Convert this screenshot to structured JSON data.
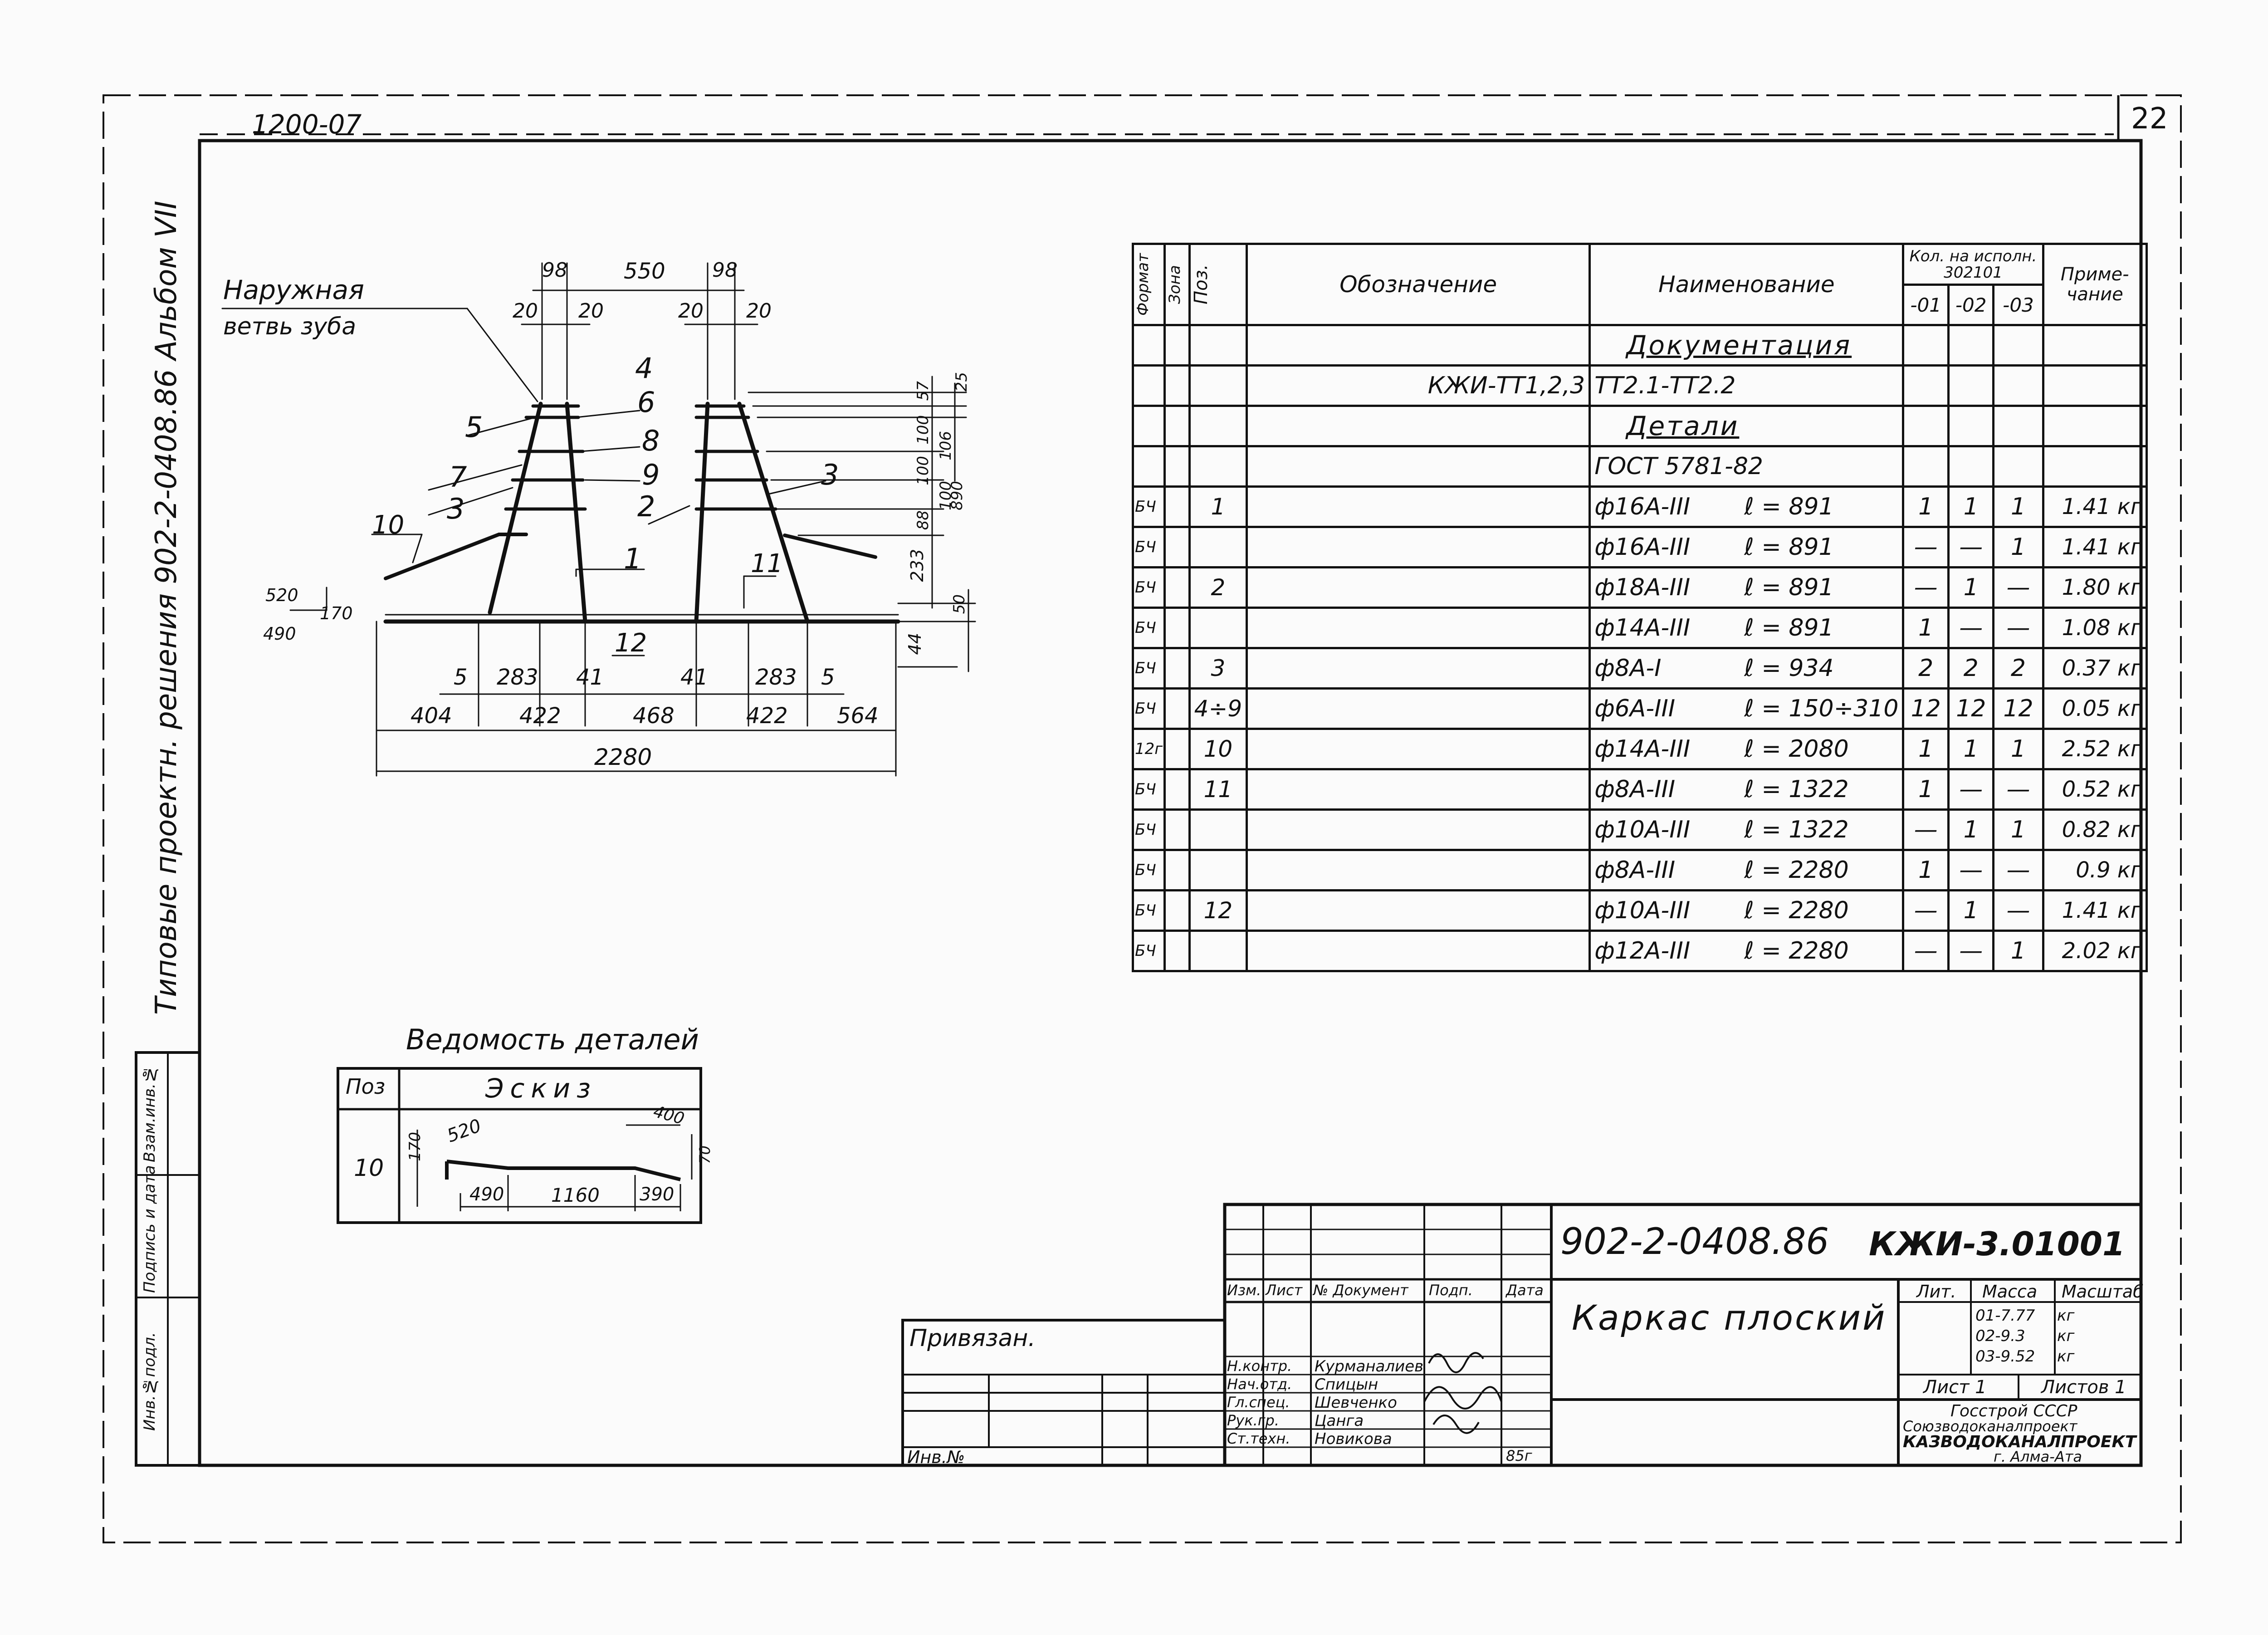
{
  "header": {
    "sheet_code": "1200-07",
    "page_number": "22"
  },
  "side_strip": {
    "album_title": "Типовые проектн. решения 902-2-0408.86  Альбом VII"
  },
  "left_stamp": {
    "labels": [
      "Инв.№подл.",
      "Подпись и дата",
      "Взам.инв.№"
    ]
  },
  "drawing": {
    "callout_outer_branch": [
      "Наружная",
      "ветвь зуба"
    ],
    "dims_top": [
      "98",
      "550",
      "98",
      "20",
      "20",
      "20",
      "20"
    ],
    "positions": [
      "4",
      "6",
      "8",
      "9",
      "2",
      "5",
      "7",
      "3",
      "10",
      "1",
      "3",
      "11",
      "12"
    ],
    "dims_right": [
      "25",
      "57",
      "100",
      "106",
      "100",
      "100",
      "890",
      "88",
      "233",
      "50",
      "44"
    ],
    "dims_left": [
      "520",
      "170",
      "490"
    ],
    "dims_bottom_1": [
      "5",
      "283",
      "41",
      "41",
      "283",
      "5"
    ],
    "dims_bottom_2": [
      "404",
      "422",
      "468",
      "422",
      "564"
    ],
    "dim_total": "2280"
  },
  "detail_sheet": {
    "title": "Ведомость деталей",
    "col_pos": "Поз",
    "col_sketch": "Эскиз",
    "row_pos": "10",
    "dims": [
      "170",
      "520",
      "490",
      "1160",
      "390",
      "400",
      "70"
    ]
  },
  "spec_table": {
    "headers": {
      "format": "Формат",
      "zone": "Зона",
      "pos": "Поз.",
      "designation": "Обозначение",
      "name": "Наименование",
      "qty_title": "Кол. на исполн. 302101",
      "qty_cols": [
        "-01",
        "-02",
        "-03"
      ],
      "note": "Приме-чание"
    },
    "rows": [
      {
        "format": "",
        "pos": "",
        "designation": "",
        "name": "Документация",
        "l": "",
        "q1": "",
        "q2": "",
        "q3": "",
        "note": "",
        "underline": true
      },
      {
        "format": "",
        "pos": "",
        "designation": "КЖИ-ТТ1,2,3",
        "name": "ТТ2.1-ТТ2.2",
        "l": "",
        "q1": "",
        "q2": "",
        "q3": "",
        "note": ""
      },
      {
        "format": "",
        "pos": "",
        "designation": "",
        "name": "Детали",
        "l": "",
        "q1": "",
        "q2": "",
        "q3": "",
        "note": "",
        "underline": true
      },
      {
        "format": "",
        "pos": "",
        "designation": "",
        "name": "ГОСТ 5781-82",
        "l": "",
        "q1": "",
        "q2": "",
        "q3": "",
        "note": ""
      },
      {
        "format": "БЧ",
        "pos": "1",
        "designation": "",
        "name": "ф16А-III",
        "l": "ℓ = 891",
        "q1": "1",
        "q2": "1",
        "q3": "1",
        "note": "1.41 кг"
      },
      {
        "format": "БЧ",
        "pos": "",
        "designation": "",
        "name": "ф16А-III",
        "l": "ℓ = 891",
        "q1": "—",
        "q2": "—",
        "q3": "1",
        "note": "1.41 кг"
      },
      {
        "format": "БЧ",
        "pos": "2",
        "designation": "",
        "name": "ф18А-III",
        "l": "ℓ = 891",
        "q1": "—",
        "q2": "1",
        "q3": "—",
        "note": "1.80 кг"
      },
      {
        "format": "БЧ",
        "pos": "",
        "designation": "",
        "name": "ф14А-III",
        "l": "ℓ = 891",
        "q1": "1",
        "q2": "—",
        "q3": "—",
        "note": "1.08 кг"
      },
      {
        "format": "БЧ",
        "pos": "3",
        "designation": "",
        "name": "ф8А-I",
        "l": "ℓ = 934",
        "q1": "2",
        "q2": "2",
        "q3": "2",
        "note": "0.37 кг"
      },
      {
        "format": "БЧ",
        "pos": "4÷9",
        "designation": "",
        "name": "ф6А-III",
        "l": "ℓ = 150÷310",
        "q1": "12",
        "q2": "12",
        "q3": "12",
        "note": "0.05 кг"
      },
      {
        "format": "12г",
        "pos": "10",
        "designation": "",
        "name": "ф14А-III",
        "l": "ℓ = 2080",
        "q1": "1",
        "q2": "1",
        "q3": "1",
        "note": "2.52 кг"
      },
      {
        "format": "БЧ",
        "pos": "11",
        "designation": "",
        "name": "ф8А-III",
        "l": "ℓ = 1322",
        "q1": "1",
        "q2": "—",
        "q3": "—",
        "note": "0.52 кг"
      },
      {
        "format": "БЧ",
        "pos": "",
        "designation": "",
        "name": "ф10А-III",
        "l": "ℓ = 1322",
        "q1": "—",
        "q2": "1",
        "q3": "1",
        "note": "0.82 кг"
      },
      {
        "format": "БЧ",
        "pos": "",
        "designation": "",
        "name": "ф8А-III",
        "l": "ℓ = 2280",
        "q1": "1",
        "q2": "—",
        "q3": "—",
        "note": "0.9 кг"
      },
      {
        "format": "БЧ",
        "pos": "12",
        "designation": "",
        "name": "ф10А-III",
        "l": "ℓ = 2280",
        "q1": "—",
        "q2": "1",
        "q3": "—",
        "note": "1.41 кг"
      },
      {
        "format": "БЧ",
        "pos": "",
        "designation": "",
        "name": "ф12А-III",
        "l": "ℓ = 2280",
        "q1": "—",
        "q2": "—",
        "q3": "1",
        "note": "2.02 кг"
      }
    ]
  },
  "title_block": {
    "doc_code": "902-2-0408.86",
    "doc_mark": "КЖИ-3.01001",
    "doc_title": "Каркас плоский",
    "bound_label": "Привязан.",
    "inv_label": "Инв.№",
    "rev_headers": [
      "Изм.",
      "Лист",
      "№ Документ",
      "Подп.",
      "Дата"
    ],
    "signers": [
      {
        "role": "Н.контр.",
        "name": "Курманалиев"
      },
      {
        "role": "Нач.отд.",
        "name": "Спицын"
      },
      {
        "role": "Гл.спец.",
        "name": "Шевченко"
      },
      {
        "role": "Рук.гр.",
        "name": "Цанга"
      },
      {
        "role": "Ст.техн.",
        "name": "Новикова"
      }
    ],
    "sign_date": "85г",
    "lit_label": "Лит.",
    "mass_label": "Масса",
    "scale_label": "Масштаб",
    "masses": [
      "01-7.77",
      "02-9.3",
      "03-9.52"
    ],
    "mass_unit": "кг",
    "sheet_label": "Лист 1",
    "sheets_label": "Листов 1",
    "org_lines": [
      "Госстрой СССР",
      "Союзводоканалпроект",
      "КАЗВОДОКАНАЛПРОЕКТ",
      "г. Алма-Ата"
    ]
  }
}
